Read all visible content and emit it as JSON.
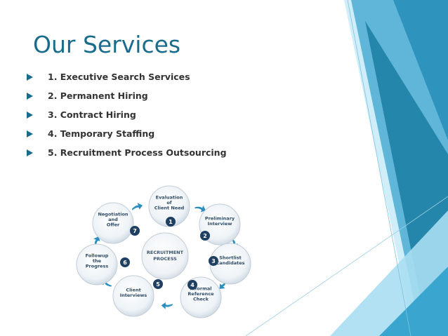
{
  "slide": {
    "title": "Our Services",
    "bullets": [
      "1. Executive Search Services",
      "2. Permanent Hiring",
      "3. Contract Hiring",
      "4. Temporary Staffing",
      "5. Recruitment Process Outsourcing"
    ]
  },
  "diagram": {
    "center": [
      "RECRUITMENT",
      "PROCESS"
    ],
    "steps": [
      {
        "num": "1",
        "lines": [
          "Evaluation",
          "of",
          "Client Need"
        ]
      },
      {
        "num": "2",
        "lines": [
          "Preliminary",
          "Interview"
        ]
      },
      {
        "num": "3",
        "lines": [
          "Shortlist",
          "Candidates"
        ]
      },
      {
        "num": "4",
        "lines": [
          "Informal",
          "Reference",
          "Check"
        ]
      },
      {
        "num": "5",
        "lines": [
          "Client",
          "Interviews"
        ]
      },
      {
        "num": "6",
        "lines": [
          "Followup",
          "the",
          "Progress"
        ]
      },
      {
        "num": "7",
        "lines": [
          "Negotiation",
          "and",
          "Offer"
        ]
      }
    ]
  },
  "colors": {
    "title": "#1a6c8c",
    "bullet_arrow": "#1a6c8c",
    "badge": "#1f3f63",
    "cycle_arrow": "#2a8fc0",
    "deco_dark": "#1b7ea3",
    "deco_light": "#a9def2"
  }
}
